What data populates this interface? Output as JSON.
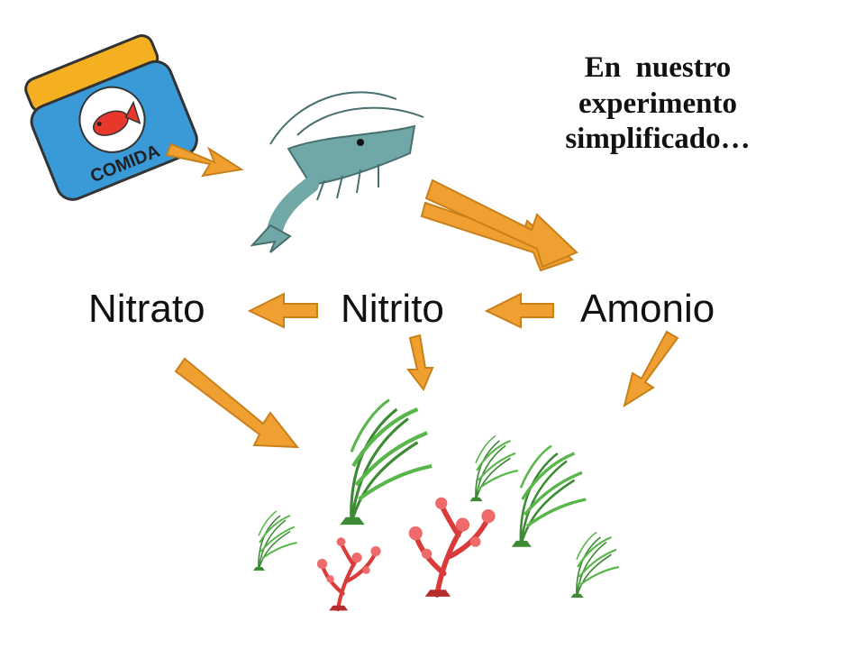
{
  "title": {
    "line1": "En  nuestro",
    "line2": "experimento",
    "line3": "simplificado…"
  },
  "nodes": {
    "nitrato": "Nitrato",
    "nitrito": "Nitrito",
    "amonio": "Amonio"
  },
  "food_jar": {
    "label": "COMIDA"
  },
  "icons": [
    "food-jar-icon",
    "fish-icon",
    "shrimp-icon",
    "green-seaweed-icon",
    "red-seaweed-icon",
    "arrow-icon"
  ],
  "colors": {
    "arrow_fill": "#f0a030",
    "arrow_stroke": "#c8801a",
    "jar_blue": "#3a9ad8",
    "jar_lid": "#f4b020",
    "shrimp": "#6fa8a6",
    "seaweed_green": "#58b64a",
    "seaweed_red": "#e04a4a",
    "fish": "#e8382c"
  }
}
